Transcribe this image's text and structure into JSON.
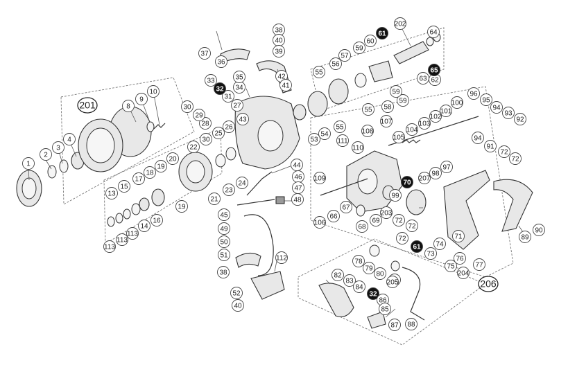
{
  "diagram": {
    "callouts": [
      {
        "label": "1",
        "variant": "normal"
      },
      {
        "label": "2",
        "variant": "normal"
      },
      {
        "label": "3",
        "variant": "normal"
      },
      {
        "label": "4",
        "variant": "normal"
      },
      {
        "label": "8",
        "variant": "normal"
      },
      {
        "label": "9",
        "variant": "normal"
      },
      {
        "label": "10",
        "variant": "normal"
      },
      {
        "label": "201",
        "variant": "group"
      },
      {
        "label": "13",
        "variant": "normal"
      },
      {
        "label": "14",
        "variant": "normal"
      },
      {
        "label": "15",
        "variant": "normal"
      },
      {
        "label": "16",
        "variant": "normal"
      },
      {
        "label": "17",
        "variant": "normal"
      },
      {
        "label": "18",
        "variant": "normal"
      },
      {
        "label": "19",
        "variant": "normal"
      },
      {
        "label": "19",
        "variant": "normal"
      },
      {
        "label": "113",
        "variant": "normal"
      },
      {
        "label": "113",
        "variant": "normal"
      },
      {
        "label": "113",
        "variant": "normal"
      },
      {
        "label": "20",
        "variant": "normal"
      },
      {
        "label": "21",
        "variant": "normal"
      },
      {
        "label": "22",
        "variant": "normal"
      },
      {
        "label": "23",
        "variant": "normal"
      },
      {
        "label": "24",
        "variant": "normal"
      },
      {
        "label": "25",
        "variant": "normal"
      },
      {
        "label": "26",
        "variant": "normal"
      },
      {
        "label": "27",
        "variant": "normal"
      },
      {
        "label": "28",
        "variant": "normal"
      },
      {
        "label": "29",
        "variant": "normal"
      },
      {
        "label": "30",
        "variant": "normal"
      },
      {
        "label": "30",
        "variant": "normal"
      },
      {
        "label": "31",
        "variant": "normal"
      },
      {
        "label": "32",
        "variant": "black"
      },
      {
        "label": "33",
        "variant": "normal"
      },
      {
        "label": "34",
        "variant": "normal"
      },
      {
        "label": "35",
        "variant": "normal"
      },
      {
        "label": "36",
        "variant": "normal"
      },
      {
        "label": "37",
        "variant": "normal"
      },
      {
        "label": "38",
        "variant": "normal"
      },
      {
        "label": "40",
        "variant": "normal"
      },
      {
        "label": "39",
        "variant": "normal"
      },
      {
        "label": "42",
        "variant": "normal"
      },
      {
        "label": "41",
        "variant": "normal"
      },
      {
        "label": "43",
        "variant": "normal"
      },
      {
        "label": "44",
        "variant": "normal"
      },
      {
        "label": "45",
        "variant": "normal"
      },
      {
        "label": "46",
        "variant": "normal"
      },
      {
        "label": "47",
        "variant": "normal"
      },
      {
        "label": "48",
        "variant": "normal"
      },
      {
        "label": "49",
        "variant": "normal"
      },
      {
        "label": "50",
        "variant": "normal"
      },
      {
        "label": "51",
        "variant": "normal"
      },
      {
        "label": "38",
        "variant": "normal"
      },
      {
        "label": "52",
        "variant": "normal"
      },
      {
        "label": "40",
        "variant": "normal"
      },
      {
        "label": "112",
        "variant": "normal"
      },
      {
        "label": "53",
        "variant": "normal"
      },
      {
        "label": "54",
        "variant": "normal"
      },
      {
        "label": "55",
        "variant": "normal"
      },
      {
        "label": "55",
        "variant": "normal"
      },
      {
        "label": "55",
        "variant": "normal"
      },
      {
        "label": "56",
        "variant": "normal"
      },
      {
        "label": "57",
        "variant": "normal"
      },
      {
        "label": "58",
        "variant": "normal"
      },
      {
        "label": "59",
        "variant": "normal"
      },
      {
        "label": "59",
        "variant": "normal"
      },
      {
        "label": "59",
        "variant": "normal"
      },
      {
        "label": "60",
        "variant": "normal"
      },
      {
        "label": "61",
        "variant": "black"
      },
      {
        "label": "202",
        "variant": "normal"
      },
      {
        "label": "62",
        "variant": "normal"
      },
      {
        "label": "63",
        "variant": "normal"
      },
      {
        "label": "64",
        "variant": "normal"
      },
      {
        "label": "65",
        "variant": "black"
      },
      {
        "label": "96",
        "variant": "normal"
      },
      {
        "label": "95",
        "variant": "normal"
      },
      {
        "label": "94",
        "variant": "normal"
      },
      {
        "label": "94",
        "variant": "normal"
      },
      {
        "label": "93",
        "variant": "normal"
      },
      {
        "label": "92",
        "variant": "normal"
      },
      {
        "label": "91",
        "variant": "normal"
      },
      {
        "label": "72",
        "variant": "normal"
      },
      {
        "label": "72",
        "variant": "normal"
      },
      {
        "label": "100",
        "variant": "normal"
      },
      {
        "label": "101",
        "variant": "normal"
      },
      {
        "label": "102",
        "variant": "normal"
      },
      {
        "label": "103",
        "variant": "normal"
      },
      {
        "label": "104",
        "variant": "normal"
      },
      {
        "label": "105",
        "variant": "normal"
      },
      {
        "label": "107",
        "variant": "normal"
      },
      {
        "label": "108",
        "variant": "normal"
      },
      {
        "label": "111",
        "variant": "normal"
      },
      {
        "label": "110",
        "variant": "normal"
      },
      {
        "label": "109",
        "variant": "normal"
      },
      {
        "label": "97",
        "variant": "normal"
      },
      {
        "label": "98",
        "variant": "normal"
      },
      {
        "label": "207",
        "variant": "normal"
      },
      {
        "label": "70",
        "variant": "black"
      },
      {
        "label": "99",
        "variant": "normal"
      },
      {
        "label": "106",
        "variant": "normal"
      },
      {
        "label": "66",
        "variant": "normal"
      },
      {
        "label": "67",
        "variant": "normal"
      },
      {
        "label": "68",
        "variant": "normal"
      },
      {
        "label": "69",
        "variant": "normal"
      },
      {
        "label": "203",
        "variant": "normal"
      },
      {
        "label": "72",
        "variant": "normal"
      },
      {
        "label": "72",
        "variant": "normal"
      },
      {
        "label": "72",
        "variant": "normal"
      },
      {
        "label": "61",
        "variant": "black"
      },
      {
        "label": "71",
        "variant": "normal"
      },
      {
        "label": "73",
        "variant": "normal"
      },
      {
        "label": "74",
        "variant": "normal"
      },
      {
        "label": "75",
        "variant": "normal"
      },
      {
        "label": "76",
        "variant": "normal"
      },
      {
        "label": "77",
        "variant": "normal"
      },
      {
        "label": "204",
        "variant": "normal"
      },
      {
        "label": "89",
        "variant": "normal"
      },
      {
        "label": "90",
        "variant": "normal"
      },
      {
        "label": "206",
        "variant": "group"
      },
      {
        "label": "78",
        "variant": "normal"
      },
      {
        "label": "79",
        "variant": "normal"
      },
      {
        "label": "80",
        "variant": "normal"
      },
      {
        "label": "81",
        "variant": "normal"
      },
      {
        "label": "205",
        "variant": "normal"
      },
      {
        "label": "82",
        "variant": "normal"
      },
      {
        "label": "83",
        "variant": "normal"
      },
      {
        "label": "84",
        "variant": "normal"
      },
      {
        "label": "32",
        "variant": "black"
      },
      {
        "label": "86",
        "variant": "normal"
      },
      {
        "label": "85",
        "variant": "normal"
      },
      {
        "label": "87",
        "variant": "normal"
      },
      {
        "label": "88",
        "variant": "normal"
      }
    ]
  }
}
